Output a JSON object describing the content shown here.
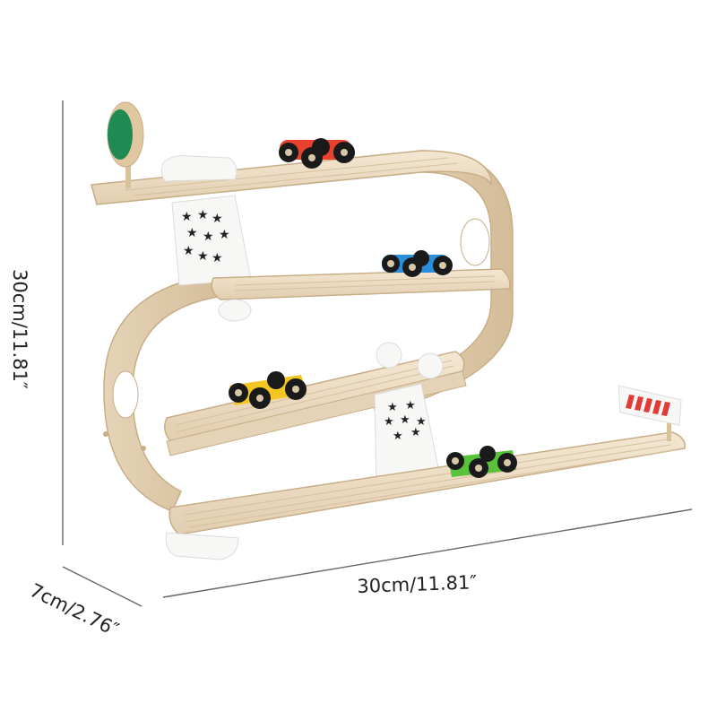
{
  "dimensions": {
    "height_label": "30cm/11.81″",
    "width_label": "30cm/11.81″",
    "depth_label": "7cm/2.76″"
  },
  "colors": {
    "wood_light": "#ecdcc4",
    "wood_edge": "#cdb594",
    "wood_groove": "#bfa47f",
    "car_red": "#e8422f",
    "car_blue": "#2a8fd8",
    "car_yellow": "#f3c621",
    "car_green": "#59c23b",
    "sign_green": "#1f8a52",
    "barrier_red": "#e23b35",
    "support_white": "#f7f7f5",
    "tire_black": "#1a1a1a",
    "dimension_line": "#555555"
  },
  "objects": {
    "track_levels": 4,
    "cars": [
      "red",
      "blue",
      "yellow",
      "green"
    ]
  }
}
